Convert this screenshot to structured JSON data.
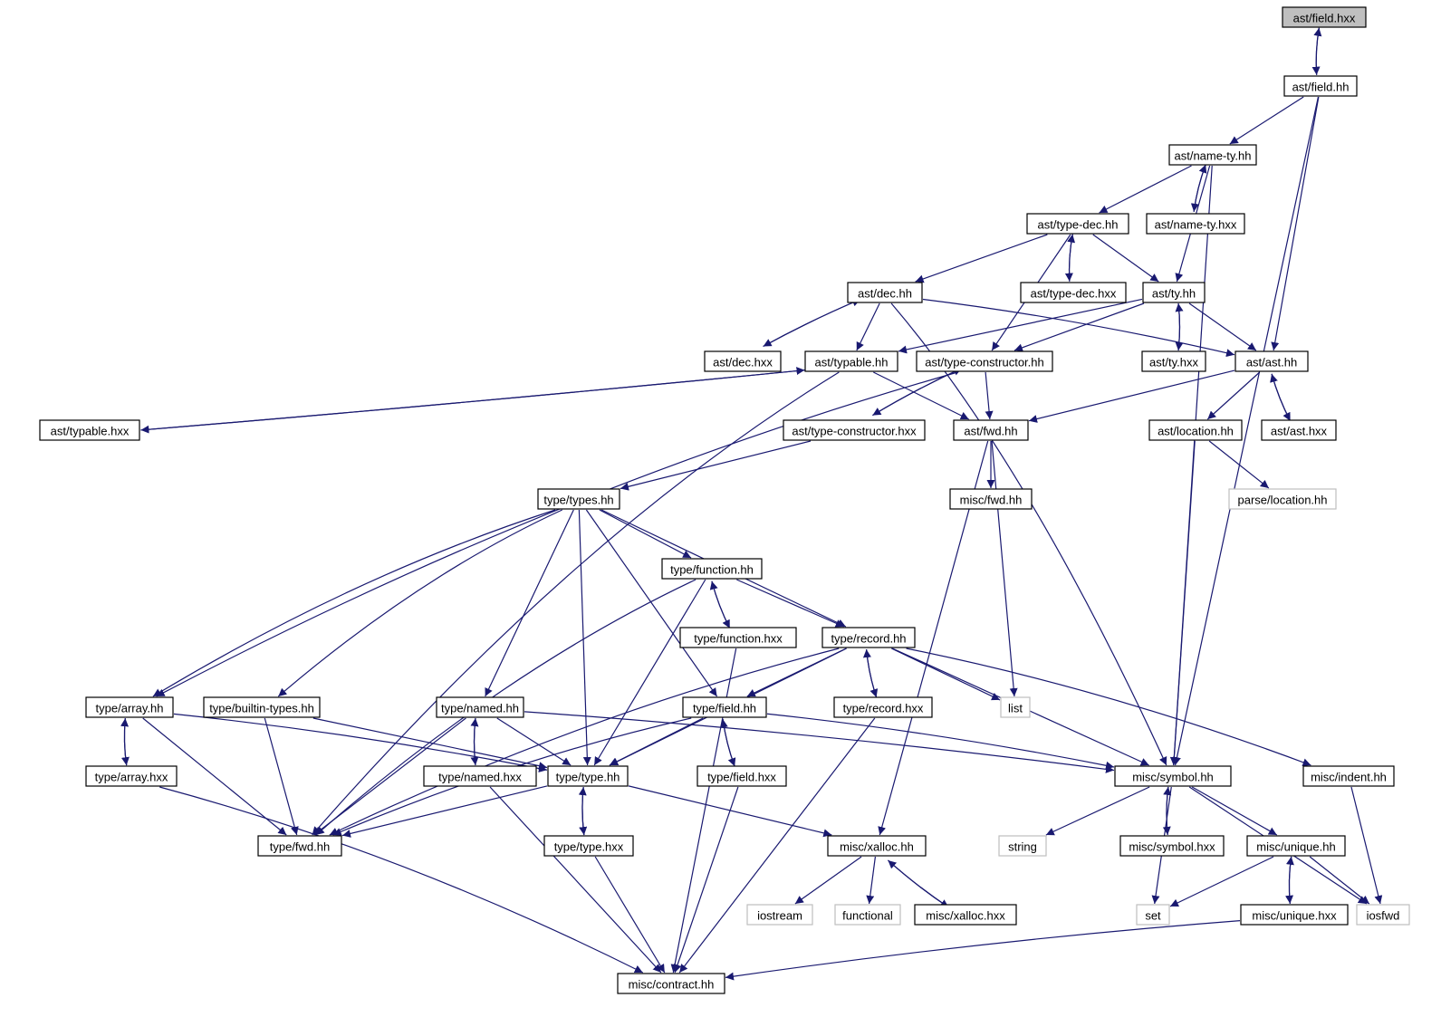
{
  "graph": {
    "root": "ast/field.hxx",
    "colors": {
      "edge": "#191970",
      "node_border": "#000000",
      "external_border": "#bfbfbf",
      "root_fill": "#bfbfbf",
      "node_fill": "#ffffff"
    },
    "nodes": [
      {
        "id": "n0",
        "label": "ast/field.hxx",
        "kind": "root"
      },
      {
        "id": "n1",
        "label": "ast/field.hh",
        "kind": "proj"
      },
      {
        "id": "n2",
        "label": "ast/name-ty.hh",
        "kind": "proj"
      },
      {
        "id": "n3",
        "label": "ast/type-dec.hh",
        "kind": "proj"
      },
      {
        "id": "n4",
        "label": "ast/name-ty.hxx",
        "kind": "proj"
      },
      {
        "id": "n5",
        "label": "ast/dec.hh",
        "kind": "proj"
      },
      {
        "id": "n6",
        "label": "ast/type-dec.hxx",
        "kind": "proj"
      },
      {
        "id": "n7",
        "label": "ast/ty.hh",
        "kind": "proj"
      },
      {
        "id": "n8",
        "label": "ast/dec.hxx",
        "kind": "proj"
      },
      {
        "id": "n9",
        "label": "ast/typable.hh",
        "kind": "proj"
      },
      {
        "id": "n10",
        "label": "ast/type-constructor.hh",
        "kind": "proj"
      },
      {
        "id": "n11",
        "label": "ast/ty.hxx",
        "kind": "proj"
      },
      {
        "id": "n12",
        "label": "ast/ast.hh",
        "kind": "proj"
      },
      {
        "id": "n13",
        "label": "ast/typable.hxx",
        "kind": "proj"
      },
      {
        "id": "n14",
        "label": "ast/type-constructor.hxx",
        "kind": "proj"
      },
      {
        "id": "n15",
        "label": "ast/fwd.hh",
        "kind": "proj"
      },
      {
        "id": "n16",
        "label": "ast/location.hh",
        "kind": "proj"
      },
      {
        "id": "n17",
        "label": "ast/ast.hxx",
        "kind": "proj"
      },
      {
        "id": "n18",
        "label": "type/types.hh",
        "kind": "proj"
      },
      {
        "id": "n19",
        "label": "misc/fwd.hh",
        "kind": "proj"
      },
      {
        "id": "n20",
        "label": "parse/location.hh",
        "kind": "ext"
      },
      {
        "id": "n21",
        "label": "type/function.hh",
        "kind": "proj"
      },
      {
        "id": "n22",
        "label": "type/function.hxx",
        "kind": "proj"
      },
      {
        "id": "n23",
        "label": "type/record.hh",
        "kind": "proj"
      },
      {
        "id": "n24",
        "label": "type/array.hh",
        "kind": "proj"
      },
      {
        "id": "n25",
        "label": "type/builtin-types.hh",
        "kind": "proj"
      },
      {
        "id": "n26",
        "label": "type/named.hh",
        "kind": "proj"
      },
      {
        "id": "n27",
        "label": "type/field.hh",
        "kind": "proj"
      },
      {
        "id": "n28",
        "label": "type/record.hxx",
        "kind": "proj"
      },
      {
        "id": "n29",
        "label": "list",
        "kind": "ext"
      },
      {
        "id": "n30",
        "label": "type/array.hxx",
        "kind": "proj"
      },
      {
        "id": "n31",
        "label": "type/named.hxx",
        "kind": "proj"
      },
      {
        "id": "n32",
        "label": "type/type.hh",
        "kind": "proj"
      },
      {
        "id": "n33",
        "label": "type/field.hxx",
        "kind": "proj"
      },
      {
        "id": "n34",
        "label": "misc/symbol.hh",
        "kind": "proj"
      },
      {
        "id": "n35",
        "label": "misc/indent.hh",
        "kind": "proj"
      },
      {
        "id": "n36",
        "label": "type/fwd.hh",
        "kind": "proj"
      },
      {
        "id": "n37",
        "label": "type/type.hxx",
        "kind": "proj"
      },
      {
        "id": "n38",
        "label": "misc/xalloc.hh",
        "kind": "proj"
      },
      {
        "id": "n39",
        "label": "string",
        "kind": "ext"
      },
      {
        "id": "n40",
        "label": "misc/symbol.hxx",
        "kind": "proj"
      },
      {
        "id": "n41",
        "label": "misc/unique.hh",
        "kind": "proj"
      },
      {
        "id": "n42",
        "label": "iostream",
        "kind": "ext"
      },
      {
        "id": "n43",
        "label": "functional",
        "kind": "ext"
      },
      {
        "id": "n44",
        "label": "misc/xalloc.hxx",
        "kind": "proj"
      },
      {
        "id": "n45",
        "label": "set",
        "kind": "ext"
      },
      {
        "id": "n46",
        "label": "misc/unique.hxx",
        "kind": "proj"
      },
      {
        "id": "n47",
        "label": "iosfwd",
        "kind": "ext"
      },
      {
        "id": "n48",
        "label": "misc/contract.hh",
        "kind": "proj"
      }
    ],
    "edges": [
      [
        "n0",
        "n1"
      ],
      [
        "n1",
        "n0"
      ],
      [
        "n1",
        "n2"
      ],
      [
        "n1",
        "n12"
      ],
      [
        "n1",
        "n34"
      ],
      [
        "n2",
        "n3"
      ],
      [
        "n2",
        "n4"
      ],
      [
        "n4",
        "n2"
      ],
      [
        "n2",
        "n7"
      ],
      [
        "n2",
        "n34"
      ],
      [
        "n3",
        "n5"
      ],
      [
        "n3",
        "n6"
      ],
      [
        "n6",
        "n3"
      ],
      [
        "n3",
        "n7"
      ],
      [
        "n3",
        "n10"
      ],
      [
        "n5",
        "n8"
      ],
      [
        "n8",
        "n5"
      ],
      [
        "n5",
        "n9"
      ],
      [
        "n5",
        "n12"
      ],
      [
        "n5",
        "n34"
      ],
      [
        "n7",
        "n9"
      ],
      [
        "n7",
        "n10"
      ],
      [
        "n7",
        "n11"
      ],
      [
        "n11",
        "n7"
      ],
      [
        "n7",
        "n12"
      ],
      [
        "n9",
        "n13"
      ],
      [
        "n13",
        "n9"
      ],
      [
        "n9",
        "n15"
      ],
      [
        "n9",
        "n36"
      ],
      [
        "n10",
        "n14"
      ],
      [
        "n14",
        "n10"
      ],
      [
        "n10",
        "n15"
      ],
      [
        "n10",
        "n24"
      ],
      [
        "n14",
        "n18"
      ],
      [
        "n12",
        "n15"
      ],
      [
        "n12",
        "n16"
      ],
      [
        "n12",
        "n17"
      ],
      [
        "n17",
        "n12"
      ],
      [
        "n15",
        "n19"
      ],
      [
        "n15",
        "n29"
      ],
      [
        "n15",
        "n38"
      ],
      [
        "n16",
        "n20"
      ],
      [
        "n16",
        "n34"
      ],
      [
        "n18",
        "n21"
      ],
      [
        "n18",
        "n23"
      ],
      [
        "n18",
        "n24"
      ],
      [
        "n18",
        "n25"
      ],
      [
        "n18",
        "n26"
      ],
      [
        "n18",
        "n27"
      ],
      [
        "n18",
        "n32"
      ],
      [
        "n21",
        "n22"
      ],
      [
        "n22",
        "n21"
      ],
      [
        "n21",
        "n23"
      ],
      [
        "n21",
        "n32"
      ],
      [
        "n21",
        "n36"
      ],
      [
        "n22",
        "n48"
      ],
      [
        "n23",
        "n27"
      ],
      [
        "n23",
        "n28"
      ],
      [
        "n28",
        "n23"
      ],
      [
        "n23",
        "n29"
      ],
      [
        "n23",
        "n32"
      ],
      [
        "n23",
        "n34"
      ],
      [
        "n23",
        "n35"
      ],
      [
        "n23",
        "n36"
      ],
      [
        "n28",
        "n48"
      ],
      [
        "n24",
        "n30"
      ],
      [
        "n30",
        "n24"
      ],
      [
        "n24",
        "n32"
      ],
      [
        "n24",
        "n36"
      ],
      [
        "n30",
        "n48"
      ],
      [
        "n25",
        "n32"
      ],
      [
        "n25",
        "n36"
      ],
      [
        "n26",
        "n31"
      ],
      [
        "n31",
        "n26"
      ],
      [
        "n26",
        "n32"
      ],
      [
        "n26",
        "n34"
      ],
      [
        "n26",
        "n36"
      ],
      [
        "n31",
        "n48"
      ],
      [
        "n27",
        "n33"
      ],
      [
        "n33",
        "n27"
      ],
      [
        "n27",
        "n32"
      ],
      [
        "n27",
        "n34"
      ],
      [
        "n27",
        "n36"
      ],
      [
        "n33",
        "n48"
      ],
      [
        "n32",
        "n37"
      ],
      [
        "n37",
        "n32"
      ],
      [
        "n32",
        "n36"
      ],
      [
        "n32",
        "n38"
      ],
      [
        "n37",
        "n48"
      ],
      [
        "n34",
        "n39"
      ],
      [
        "n34",
        "n40"
      ],
      [
        "n40",
        "n34"
      ],
      [
        "n34",
        "n41"
      ],
      [
        "n34",
        "n45"
      ],
      [
        "n34",
        "n47"
      ],
      [
        "n35",
        "n47"
      ],
      [
        "n38",
        "n42"
      ],
      [
        "n38",
        "n43"
      ],
      [
        "n38",
        "n44"
      ],
      [
        "n44",
        "n38"
      ],
      [
        "n41",
        "n45"
      ],
      [
        "n41",
        "n46"
      ],
      [
        "n46",
        "n41"
      ],
      [
        "n41",
        "n47"
      ],
      [
        "n46",
        "n48"
      ]
    ]
  }
}
